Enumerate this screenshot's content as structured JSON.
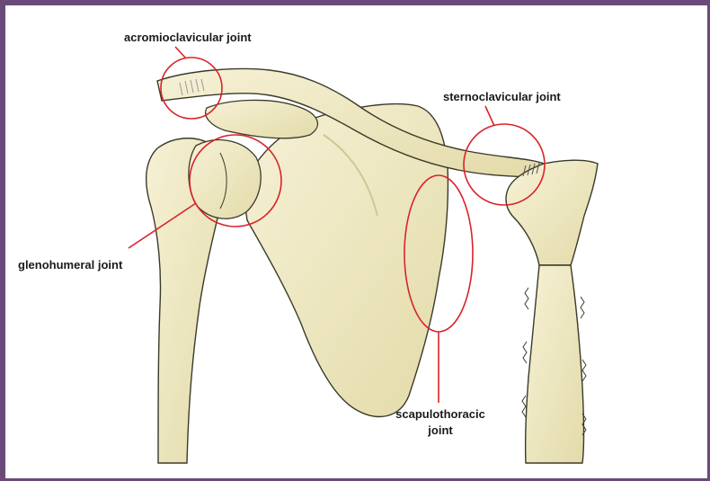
{
  "labels": {
    "acromioclavicular": "acromioclavicular joint",
    "sternoclavicular": "sternoclavicular joint",
    "glenohumeral": "glenohumeral joint",
    "scapulothoracic_line1": "scapulothoracic",
    "scapulothoracic_line2": "joint"
  },
  "colors": {
    "frame": "#6b4a7a",
    "bone_fill": "#efe9c3",
    "bone_shade": "#ddd5a4",
    "bone_outline": "#3a3a2a",
    "highlight": "#d8232a",
    "text": "#1a1a1a"
  }
}
